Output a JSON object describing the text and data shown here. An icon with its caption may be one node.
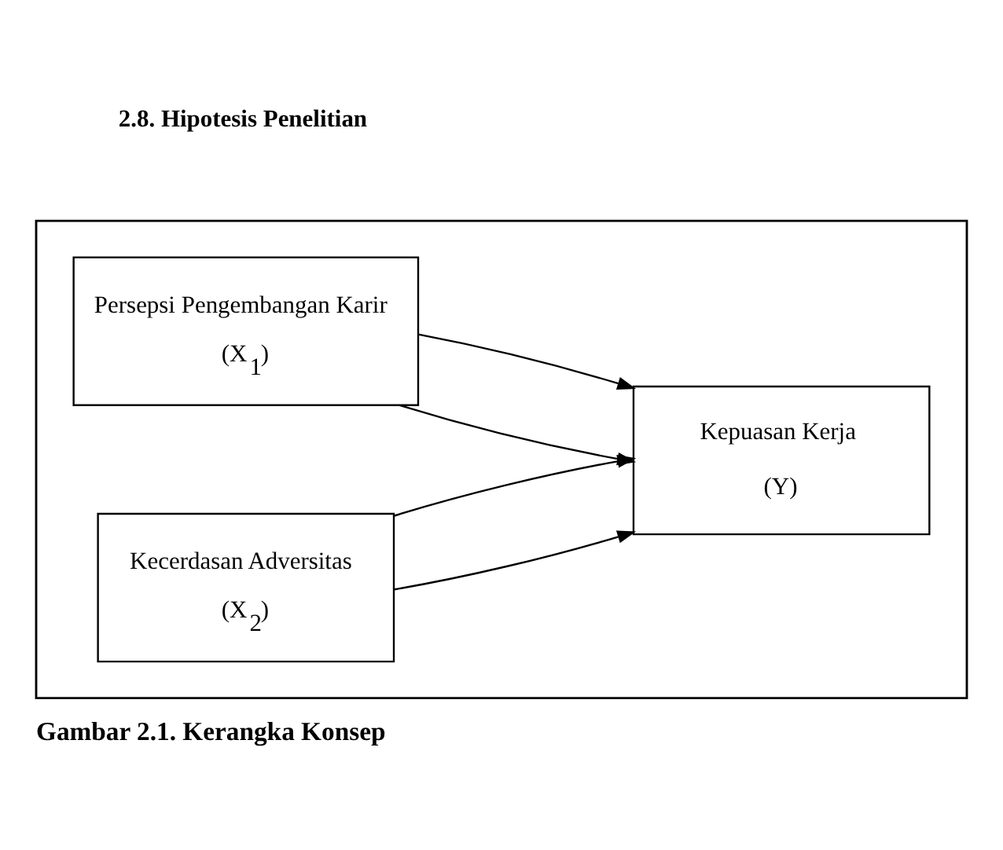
{
  "diagram": {
    "caption": "Gambar 2.1. Kerangka Konsep",
    "nodes": [
      {
        "text": [],
        "shape": "box"
      },
      {
        "text": [
          "Persepsi Pengembangan Karir",
          "(X$_{1}$)"
        ],
        "in": 0
      },
      {
        "text": [
          "Kecerdasan Adversitas",
          "(X$_{2}$)"
        ],
        "in": 0
      },
      {
        "text": [
          "Kepuasan Kerja",
          "(Y)"
        ],
        "in": 0
      }
    ],
    "edges": [
      {
        "from": 1,
        "to": 3,
        "arrow": "to"
      },
      {
        "from": 1,
        "to": 3,
        "arrow": "to"
      },
      {
        "from": 2,
        "to": 3,
        "arrow": "to"
      },
      {
        "from": 2,
        "to": 3,
        "arrow": "to"
      }
    ],
    "labels": [
      "2.8. Hipotesis Penelitian"
    ]
  }
}
